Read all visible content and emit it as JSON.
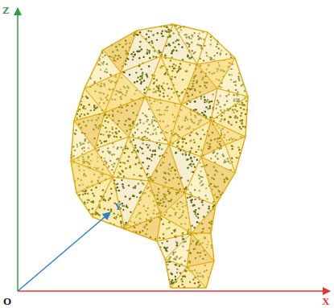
{
  "diagram": {
    "labels": [
      "Z",
      "Y",
      "O",
      "X"
    ]
  }
}
